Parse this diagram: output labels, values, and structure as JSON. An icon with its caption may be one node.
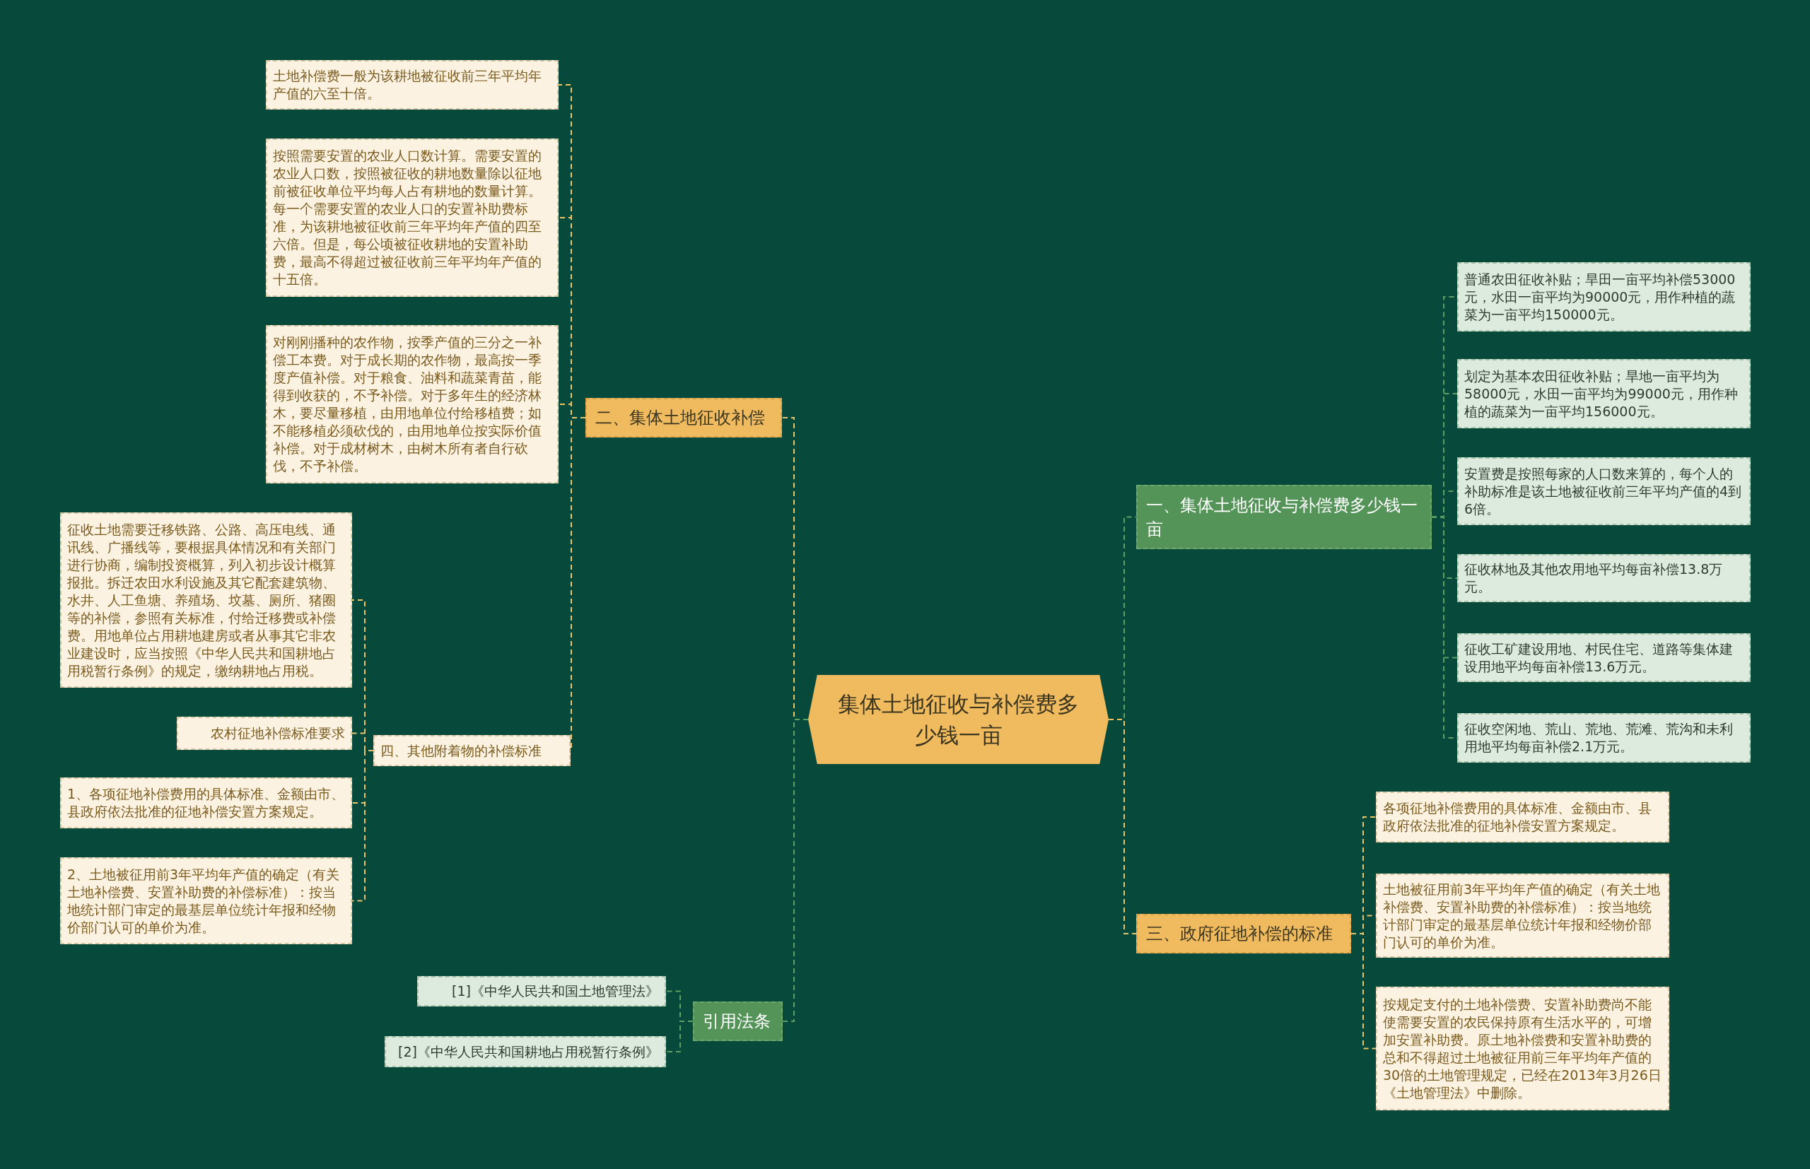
{
  "diagram": {
    "nodes": [
      {
        "text": [
          "集体土地征收与补偿费多少钱一亩"
        ]
      },
      {
        "text": [
          "一、集体土地征收与补偿费多少钱一亩"
        ]
      },
      {
        "text": [
          "普通农田征收补贴；旱田一亩平均补偿53000元，水田一亩平均为90000元，用作种植的蔬菜为一亩平均150000元。"
        ]
      },
      {
        "text": [
          "划定为基本农田征收补贴；旱地一亩平均为58000元，水田一亩平均为99000元，用作种植的蔬菜为一亩平均156000元。"
        ]
      },
      {
        "text": [
          "安置费是按照每家的人口数来算的，每个人的补助标准是该土地被征收前三年平均产值的4到6倍。"
        ]
      },
      {
        "text": [
          "征收林地及其他农用地平均每亩补偿13.8万元。"
        ]
      },
      {
        "text": [
          "征收工矿建设用地、村民住宅、道路等集体建设用地平均每亩补偿13.6万元。"
        ]
      },
      {
        "text": [
          "征收空闲地、荒山、荒地、荒滩、荒沟和未利用地平均每亩补偿2.1万元。"
        ]
      },
      {
        "text": [
          "三、政府征地补偿的标准"
        ]
      },
      {
        "text": [
          "各项征地补偿费用的具体标准、金额由市、县政府依法批准的征地补偿安置方案规定。"
        ]
      },
      {
        "text": [
          "土地被征用前3年平均年产值的确定（有关土地补偿费、安置补助费的补偿标准）：按当地统计部门审定的最基层单位统计年报和经物价部门认可的单价为准。"
        ]
      },
      {
        "text": [
          "按规定支付的土地补偿费、安置补助费尚不能使需要安置的农民保持原有生活水平的，可增加安置补助费。原土地补偿费和安置补助费的总和不得超过土地被征用前三年平均年产值的30倍的土地管理规定，已经在2013年3月26日《土地管理法》中删除。"
        ]
      },
      {
        "text": [
          "二、集体土地征收补偿"
        ]
      },
      {
        "text": [
          "土地补偿费一般为该耕地被征收前三年平均年产值的六至十倍。"
        ]
      },
      {
        "text": [
          "按照需要安置的农业人口数计算。需要安置的农业人口数，按照被征收的耕地数量除以征地前被征收单位平均每人占有耕地的数量计算。每一个需要安置的农业人口的安置补助费标准，为该耕地被征收前三年平均年产值的四至六倍。但是，每公顷被征收耕地的安置补助费，最高不得超过被征收前三年平均年产值的十五倍。"
        ]
      },
      {
        "text": [
          "对刚刚播种的农作物，按季产值的三分之一补偿工本费。对于成长期的农作物，最高按一季度产值补偿。对于粮食、油料和蔬菜青苗，能得到收获的，不予补偿。对于多年生的经济林木，要尽量移植，由用地单位付给移植费；如不能移植必须砍伐的，由用地单位按实际价值补偿。对于成材树木，由树木所有者自行砍伐，不予补偿。"
        ]
      },
      {
        "text": [
          "四、其他附着物的补偿标准"
        ]
      },
      {
        "text": [
          "征收土地需要迁移铁路、公路、高压电线、通讯线、广播线等，要根据具体情况和有关部门进行协商，编制投资概算，列入初步设计概算报批。拆迁农田水利设施及其它配套建筑物、水井、人工鱼塘、养殖场、坟墓、厕所、猪圈等的补偿，参照有关标准，付给迁移费或补偿费。用地单位占用耕地建房或者从事其它非农业建设时，应当按照《中华人民共和国耕地占用税暂行条例》的规定，缴纳耕地占用税。"
        ]
      },
      {
        "text": [
          "农村征地补偿标准要求"
        ]
      },
      {
        "text": [
          "1、各项征地补偿费用的具体标准、金额由市、县政府依法批准的征地补偿安置方案规定。"
        ]
      },
      {
        "text": [
          "2、土地被征用前3年平均年产值的确定（有关土地补偿费、安置补助费的补偿标准）：按当地统计部门审定的最基层单位统计年报和经物价部门认可的单价为准。"
        ]
      },
      {
        "text": [
          "引用法条"
        ]
      },
      {
        "text": [
          "[1]《中华人民共和国土地管理法》"
        ]
      },
      {
        "text": [
          "[2]《中华人民共和国耕地占用税暂行条例》"
        ]
      }
    ],
    "edges": [
      {
        "from": 0,
        "to": 1,
        "arrow": "none",
        "style": "dashed",
        "color": "#5f9e64"
      },
      {
        "from": 1,
        "to": 2,
        "arrow": "none",
        "style": "dashed",
        "color": "#5f9e64"
      },
      {
        "from": 1,
        "to": 3,
        "arrow": "none",
        "style": "dashed",
        "color": "#5f9e64"
      },
      {
        "from": 1,
        "to": 4,
        "arrow": "none",
        "style": "dashed",
        "color": "#5f9e64"
      },
      {
        "from": 1,
        "to": 5,
        "arrow": "none",
        "style": "dashed",
        "color": "#5f9e64"
      },
      {
        "from": 1,
        "to": 6,
        "arrow": "none",
        "style": "dashed",
        "color": "#5f9e64"
      },
      {
        "from": 1,
        "to": 7,
        "arrow": "none",
        "style": "dashed",
        "color": "#5f9e64"
      },
      {
        "from": 0,
        "to": 8,
        "arrow": "none",
        "style": "dashed"
      },
      {
        "from": 8,
        "to": 9,
        "arrow": "none",
        "style": "dashed"
      },
      {
        "from": 8,
        "to": 10,
        "arrow": "none",
        "style": "dashed"
      },
      {
        "from": 8,
        "to": 11,
        "arrow": "none",
        "style": "dashed"
      },
      {
        "from": 0,
        "to": 12,
        "arrow": "none",
        "style": "dashed"
      },
      {
        "from": 12,
        "to": 13,
        "arrow": "none",
        "style": "dashed"
      },
      {
        "from": 12,
        "to": 14,
        "arrow": "none",
        "style": "dashed"
      },
      {
        "from": 12,
        "to": 15,
        "arrow": "none",
        "style": "dashed"
      },
      {
        "from": 12,
        "to": 16,
        "arrow": "none",
        "style": "dashed"
      },
      {
        "from": 16,
        "to": 17,
        "arrow": "none",
        "style": "dashed"
      },
      {
        "from": 16,
        "to": 18,
        "arrow": "none",
        "style": "dashed"
      },
      {
        "from": 16,
        "to": 19,
        "arrow": "none",
        "style": "dashed"
      },
      {
        "from": 16,
        "to": 20,
        "arrow": "none",
        "style": "dashed"
      },
      {
        "from": 0,
        "to": 21,
        "arrow": "none",
        "style": "dashed",
        "color": "#5f9e64"
      },
      {
        "from": 21,
        "to": 22,
        "arrow": "none",
        "style": "dashed",
        "color": "#5f9e64"
      },
      {
        "from": 21,
        "to": 23,
        "arrow": "none",
        "style": "dashed",
        "color": "#5f9e64"
      }
    ]
  }
}
